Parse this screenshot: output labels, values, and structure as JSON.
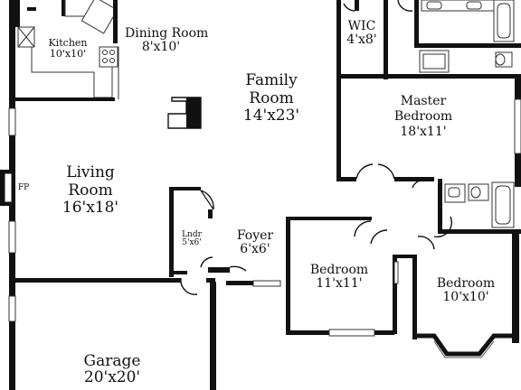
{
  "rooms": {
    "kitchen": {
      "name": "Kitchen",
      "size": "10'x10'"
    },
    "dining": {
      "name": "Dining Room",
      "size": "8'x10'"
    },
    "family": {
      "name": "Family Room",
      "size": "14'x23'"
    },
    "wic": {
      "name": "WIC",
      "size": "4'x8'"
    },
    "master": {
      "name": "Master Bedroom",
      "size": "18'x11'"
    },
    "living": {
      "name": "Living Room",
      "size": "16'x18'"
    },
    "fireplace": {
      "name": "FP"
    },
    "laundry": {
      "name": "Lndr",
      "size": "5'x6'"
    },
    "foyer": {
      "name": "Foyer",
      "size": "6'x6'"
    },
    "bedroom1": {
      "name": "Bedroom",
      "size": "11'x11'"
    },
    "bedroom2": {
      "name": "Bedroom",
      "size": "10'x10'"
    },
    "garage": {
      "name": "Garage",
      "size": "20'x20'"
    }
  },
  "colors": {
    "wall": "#111111",
    "fixture": "#333333",
    "background": "#ffffff"
  }
}
